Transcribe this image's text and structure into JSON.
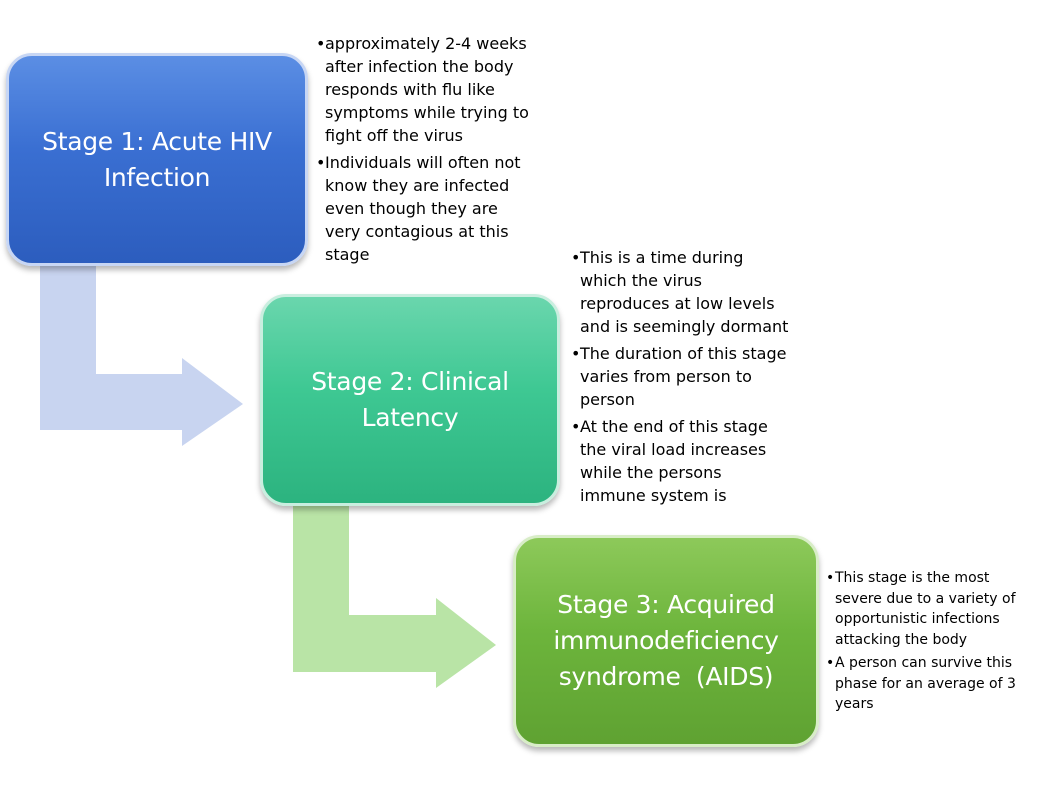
{
  "colors": {
    "stage_1_fill": "#3a6fd2",
    "stage_2_fill": "#3ec893",
    "stage_3_fill": "#6db53c",
    "arrow_1": "#c8d4f0",
    "arrow_2": "#b9e4a6",
    "text_on_box": "#ffffff",
    "note_text": "#000000"
  },
  "stages": [
    {
      "title": "Stage 1: Acute HIV Infection",
      "title_lines": [
        "Stage 1: Acute HIV",
        "Infection"
      ],
      "notes": [
        "approximately 2-4 weeks after infection the body responds with flu like symptoms while trying to fight off the virus",
        "Individuals will often not know they are infected even though they are very contagious at this stage"
      ]
    },
    {
      "title": "Stage 2: Clinical Latency",
      "title_lines": [
        "Stage 2: Clinical",
        "Latency"
      ],
      "notes": [
        "This is a time during which the virus reproduces at low levels and is seemingly dormant",
        "The duration of this stage varies from person to person",
        "At the end of this stage the viral load increases while the persons immune system is"
      ]
    },
    {
      "title": "Stage 3: Acquired immunodeficiency syndrome (AIDS)",
      "title_lines": [
        "Stage 3: Acquired",
        "immunodeficiency",
        "syndrome  (AIDS)"
      ],
      "notes": [
        "This stage is the most severe due to a variety of opportunistic infections attacking the body",
        "A person can survive this phase for an average of 3 years"
      ]
    }
  ]
}
